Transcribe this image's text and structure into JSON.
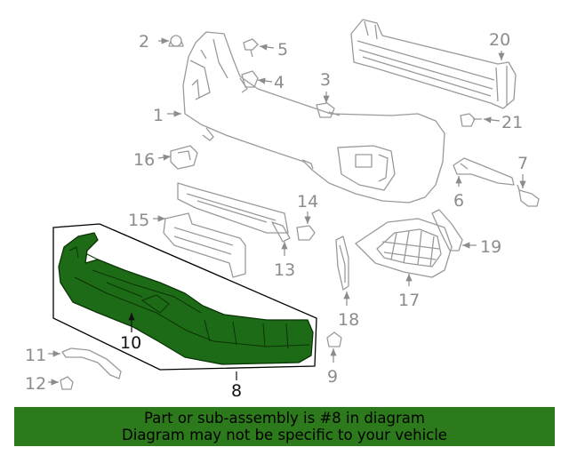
{
  "callouts": {
    "c1": "1",
    "c2": "2",
    "c3": "3",
    "c4": "4",
    "c5": "5",
    "c6": "6",
    "c7": "7",
    "c8": "8",
    "c9": "9",
    "c10": "10",
    "c11": "11",
    "c12": "12",
    "c13": "13",
    "c14": "14",
    "c15": "15",
    "c16": "16",
    "c17": "17",
    "c18": "18",
    "c19": "19",
    "c20": "20",
    "c21": "21"
  },
  "highlight_color": "#1d6b16",
  "banner": {
    "line1": "Part or sub-assembly is #8 in diagram",
    "line2": "Diagram may not be specific to your vehicle",
    "background": "#2c7a1c"
  }
}
